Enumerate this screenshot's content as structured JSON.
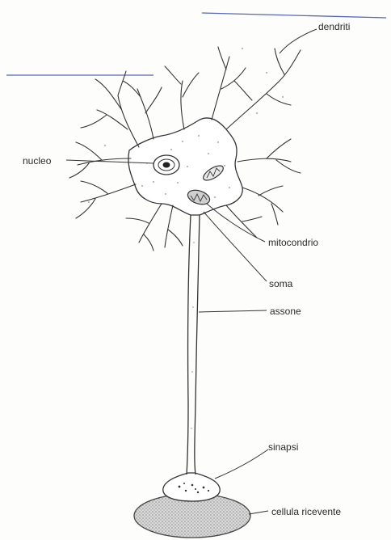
{
  "labels": {
    "dendriti": "dendriti",
    "nucleo": "nucleo",
    "mitocondrio": "mitocondrio",
    "soma": "soma",
    "assone": "assone",
    "sinapsi": "sinapsi",
    "cellula_ricevente": "cellula ricevente"
  },
  "colors": {
    "ink": "#2a2a2a",
    "scan_lines": "#5566bb",
    "receiving_cell_fill": "#b9b9b9"
  }
}
